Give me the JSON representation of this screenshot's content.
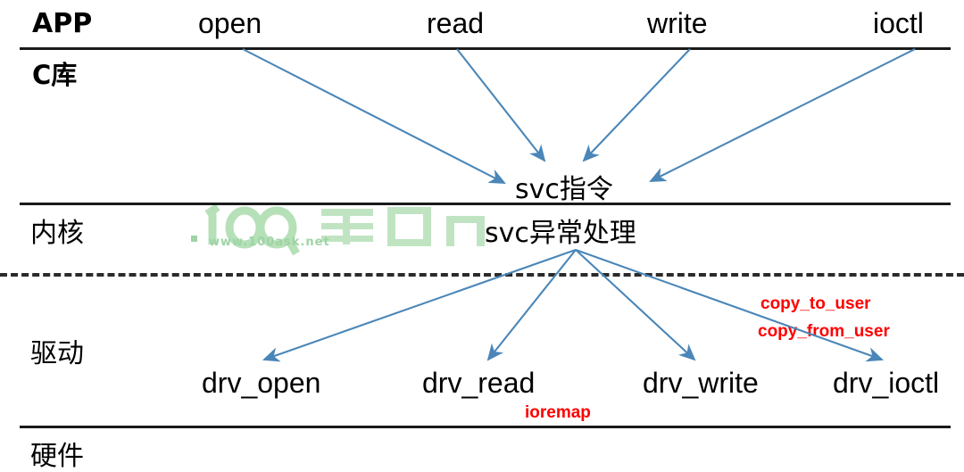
{
  "diagram": {
    "title": "Linux syscall flow",
    "accent_arrow_color": "#4a86b8",
    "annotation_color": "#ff0000",
    "rule_color": "#1a1a1a"
  },
  "layers": [
    {
      "key": "app",
      "label": "APP",
      "bold": true
    },
    {
      "key": "clib",
      "label": "C库",
      "bold": true
    },
    {
      "key": "kernel",
      "label": "内核",
      "bold": false
    },
    {
      "key": "driver",
      "label": "驱动",
      "bold": false
    },
    {
      "key": "hardware",
      "label": "硬件",
      "bold": false
    }
  ],
  "syscalls": [
    {
      "name": "open",
      "label": "open"
    },
    {
      "name": "read",
      "label": "read"
    },
    {
      "name": "write",
      "label": "write"
    },
    {
      "name": "ioctl",
      "label": "ioctl"
    }
  ],
  "trap": {
    "instruction": "svc指令",
    "handler": "svc异常处理"
  },
  "driver_functions": [
    {
      "name": "drv_open",
      "label": "drv_open"
    },
    {
      "name": "drv_read",
      "label": "drv_read"
    },
    {
      "name": "drv_write",
      "label": "drv_write"
    },
    {
      "name": "drv_ioctl",
      "label": "drv_ioctl"
    }
  ],
  "annotations": {
    "copy_to_user": "copy_to_user",
    "copy_from_user": "copy_from_user",
    "ioremap": "ioremap"
  },
  "watermark": {
    "site": "www.100ask.net"
  }
}
